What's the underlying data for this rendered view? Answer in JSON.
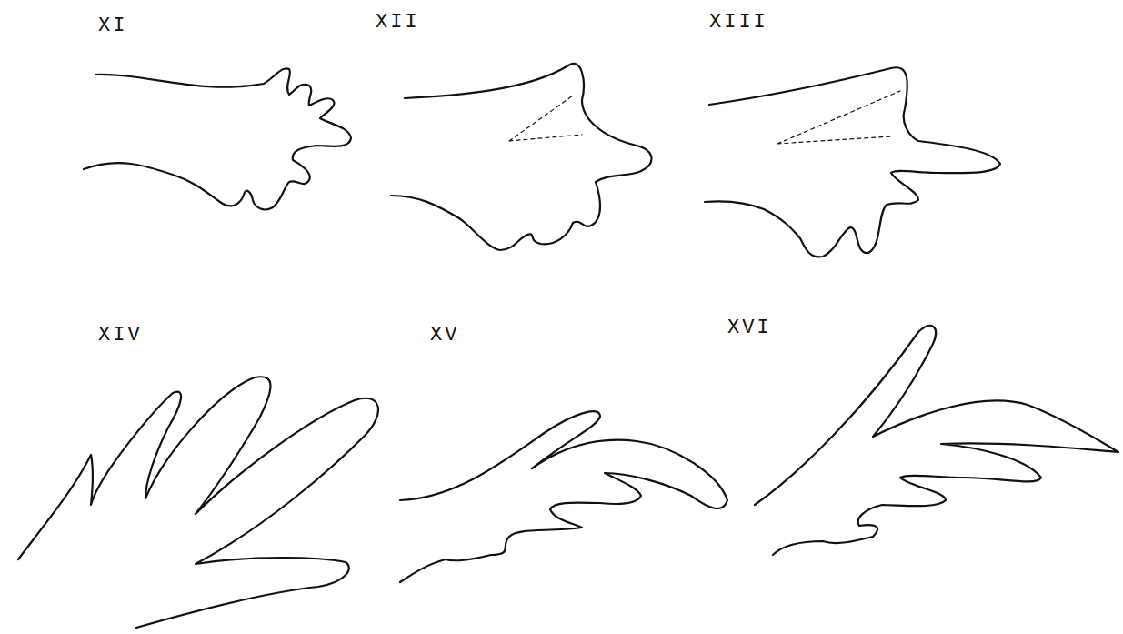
{
  "diagram": {
    "labels": [
      "XI",
      "XII",
      "XIII",
      "XIV",
      "XV",
      "XVI"
    ]
  }
}
